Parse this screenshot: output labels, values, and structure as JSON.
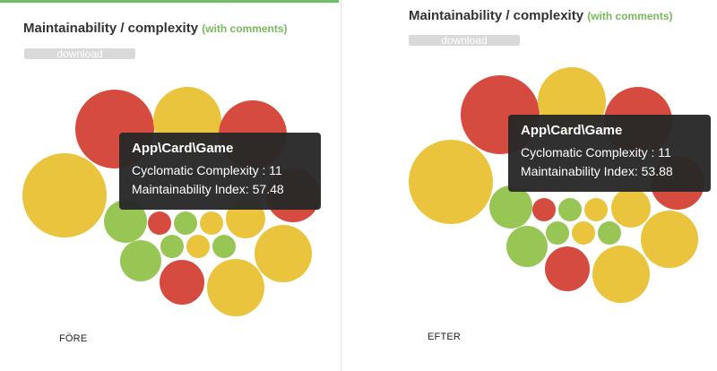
{
  "before": {
    "title": "Maintainability / complexity",
    "title_note": "(with comments)",
    "download_label": "download",
    "tooltip": {
      "name": "App\\Card\\Game",
      "cyclomatic_label": "Cyclomatic Complexity : 11",
      "maintainability_label": "Maintainability Index: 57.48"
    },
    "caption": "FÖRE"
  },
  "after": {
    "title": "Maintainability / complexity",
    "title_note": "(with comments)",
    "download_label": "download",
    "tooltip": {
      "name": "App\\Card\\Game",
      "cyclomatic_label": "Cyclomatic Complexity : 11",
      "maintainability_label": "Maintainability Index: 53.88"
    },
    "caption": "EFTER"
  },
  "colors": {
    "red": "#d64b40",
    "yellow": "#eac43c",
    "green": "#97c655",
    "accent_bar": "#6cbf63",
    "note": "#77b95c",
    "tooltip_bg": "#282828"
  }
}
